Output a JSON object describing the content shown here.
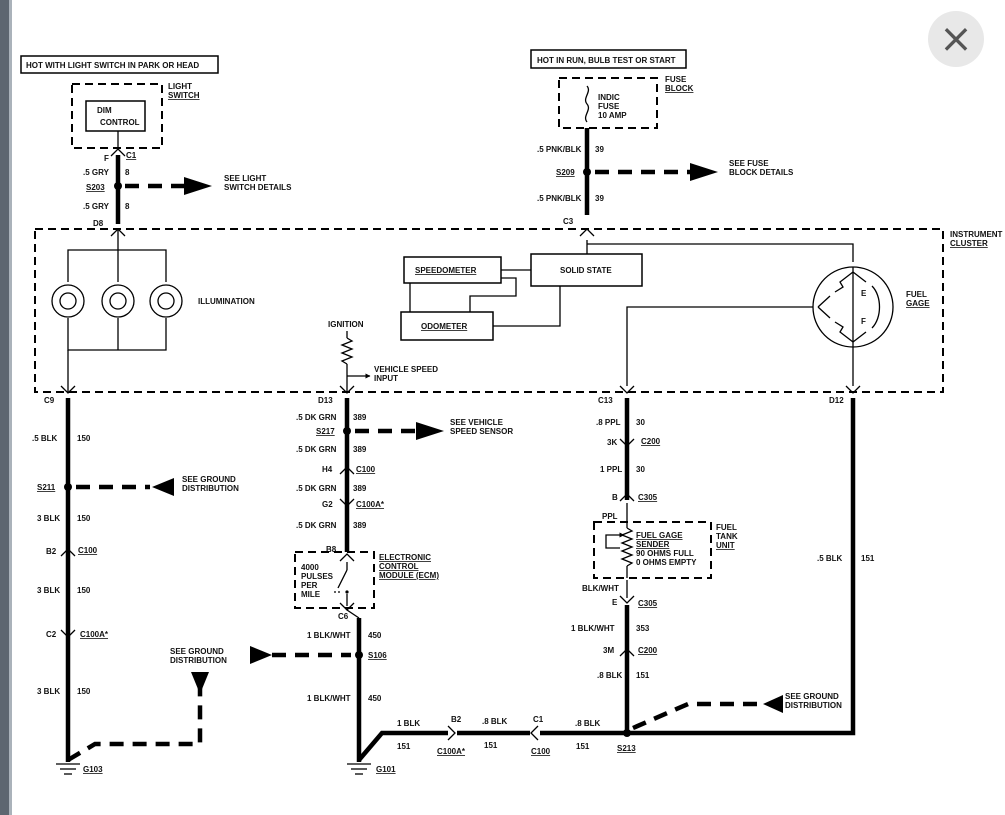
{
  "labels": {
    "light_hot": "HOT WITH LIGHT SWITCH IN PARK OR HEAD",
    "light_switch_1": "LIGHT",
    "light_switch_2": "SWITCH",
    "dim_control_1": "DIM",
    "dim_control_2": "CONTROL",
    "f": "F",
    "c1": "C1",
    "gry_5_a": ".5 GRY",
    "n8_a": "8",
    "s203": "S203",
    "see_light_1": "SEE LIGHT",
    "see_light_2": "SWITCH DETAILS",
    "gry_5_b": ".5 GRY",
    "n8_b": "8",
    "d8": "D8",
    "fuse_hot": "HOT IN RUN, BULB TEST OR START",
    "fuse_block_1": "FUSE",
    "fuse_block_2": "BLOCK",
    "indic_1": "INDIC",
    "indic_2": "FUSE",
    "indic_3": "10 AMP",
    "pnk_a": ".5 PNK/BLK",
    "n39_a": "39",
    "s209": "S209",
    "see_fuse_1": "SEE FUSE",
    "see_fuse_2": "BLOCK DETAILS",
    "pnk_b": ".5 PNK/BLK",
    "n39_b": "39",
    "c3": "C3",
    "instrument_1": "INSTRUMENT",
    "instrument_2": "CLUSTER",
    "illumination": "ILLUMINATION",
    "speedometer": "SPEEDOMETER",
    "solid_state": "SOLID STATE",
    "odometer": "ODOMETER",
    "ignition": "IGNITION",
    "vss_input_1": "VEHICLE SPEED",
    "vss_input_2": "INPUT",
    "fuel_gage_1": "FUEL",
    "fuel_gage_2": "GAGE",
    "gage_e": "E",
    "gage_f": "F",
    "c9": "C9",
    "d13": "D13",
    "c13": "C13",
    "d12": "D12",
    "blk_5_a": ".5 BLK",
    "n150_a": "150",
    "s211": "S211",
    "see_ground_1a": "SEE GROUND",
    "see_ground_1b": "DISTRIBUTION",
    "blk_3_a": "3 BLK",
    "n150_b": "150",
    "b2_a": "B2",
    "c100_a": "C100",
    "blk_3_b": "3 BLK",
    "n150_c": "150",
    "c2_a": "C2",
    "c100a_a": "C100A*",
    "see_ground_2a": "SEE GROUND",
    "see_ground_2b": "DISTRIBUTION",
    "blk_3_c": "3 BLK",
    "n150_d": "150",
    "g103": "G103",
    "dkgrn_a": ".5 DK GRN",
    "n389_a": "389",
    "s217": "S217",
    "see_vss_1": "SEE VEHICLE",
    "see_vss_2": "SPEED SENSOR",
    "dkgrn_b": ".5 DK GRN",
    "n389_b": "389",
    "h4": "H4",
    "c100_b": "C100",
    "dkgrn_c": ".5 DK GRN",
    "n389_c": "389",
    "g2": "G2",
    "c100a_b": "C100A*",
    "dkgrn_d": ".5 DK GRN",
    "n389_d": "389",
    "b8": "B8",
    "ecm_1": "ELECTRONIC",
    "ecm_2": "CONTROL",
    "ecm_3": "MODULE (ECM)",
    "pulses_1": "4000",
    "pulses_2": "PULSES",
    "pulses_3": "PER",
    "pulses_4": "MILE",
    "c6": "C6",
    "blkwht_a": "1 BLK/WHT",
    "n450_a": "450",
    "s106": "S106",
    "blkwht_b": "1 BLK/WHT",
    "n450_b": "450",
    "g101": "G101",
    "blk_1": "1 BLK",
    "n151_a": "151",
    "b2_b": "B2",
    "c100a_c": "C100A*",
    "blk_8_a": ".8 BLK",
    "n151_b": "151",
    "c1_b": "C1",
    "c100_c": "C100",
    "blk_8_b": ".8 BLK",
    "n151_c": "151",
    "s213": "S213",
    "ppl_8": ".8 PPL",
    "n30_a": "30",
    "k3": "3K",
    "c200_a": "C200",
    "ppl_1": "1 PPL",
    "n30_b": "30",
    "b_a": "B",
    "c305_a": "C305",
    "ppl": "PPL",
    "fuel_tank_1": "FUEL",
    "fuel_tank_2": "TANK",
    "fuel_tank_3": "UNIT",
    "sender_1": "FUEL GAGE",
    "sender_2": "SENDER",
    "sender_3": "90 OHMS FULL",
    "sender_4": "0 OHMS EMPTY",
    "blkwht_c": "BLK/WHT",
    "e_a": "E",
    "c305_b": "C305",
    "blkwht_d": "1 BLK/WHT",
    "n353": "353",
    "m3": "3M",
    "c200_b": "C200",
    "blk_8_c": ".8 BLK",
    "n151_d": "151",
    "blk_5_b": ".5 BLK",
    "n151_e": "151",
    "see_ground_3a": "SEE GROUND",
    "see_ground_3b": "DISTRIBUTION"
  },
  "close_button": {
    "icon": "×"
  }
}
